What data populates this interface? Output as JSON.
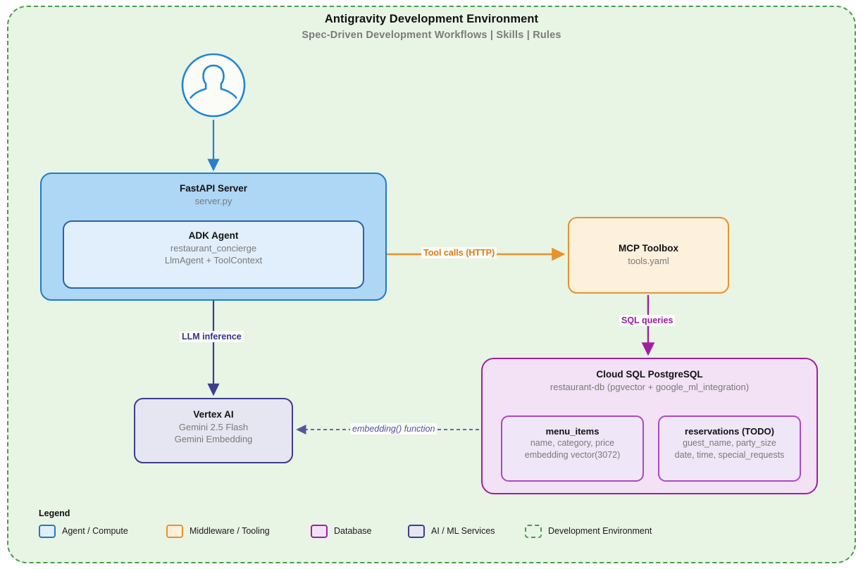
{
  "header": {
    "title": "Antigravity Development Environment",
    "subtitle": "Spec-Driven Development Workflows  |  Skills  |  Rules"
  },
  "nodes": {
    "user": {
      "icon": "user-avatar-icon"
    },
    "fastapi": {
      "title": "FastAPI Server",
      "subtitle": "server.py"
    },
    "adk_agent": {
      "title": "ADK Agent",
      "line1": "restaurant_concierge",
      "line2": "LlmAgent + ToolContext"
    },
    "mcp_toolbox": {
      "title": "MCP Toolbox",
      "subtitle": "tools.yaml"
    },
    "cloud_sql": {
      "title": "Cloud SQL PostgreSQL",
      "subtitle": "restaurant-db (pgvector + google_ml_integration)",
      "tables": [
        {
          "name": "menu_items",
          "line1": "name, category, price",
          "line2": "embedding vector(3072)"
        },
        {
          "name": "reservations (TODO)",
          "line1": "guest_name, party_size",
          "line2": "date, time, special_requests"
        }
      ]
    },
    "vertex_ai": {
      "title": "Vertex AI",
      "line1": "Gemini 2.5 Flash",
      "line2": "Gemini Embedding"
    }
  },
  "edges": {
    "tool_calls": "Tool calls (HTTP)",
    "sql_queries": "SQL queries",
    "llm_inference": "LLM inference",
    "embedding": "embedding() function"
  },
  "legend": {
    "title": "Legend",
    "items": [
      {
        "label": "Agent / Compute",
        "color": "#1f7cc4"
      },
      {
        "label": "Middleware / Tooling",
        "color": "#e8922a"
      },
      {
        "label": "Database",
        "color": "#a020a0"
      },
      {
        "label": "AI / ML Services",
        "color": "#3d3d8f"
      },
      {
        "label": "Development Environment",
        "color": "#4a9c4a"
      }
    ]
  },
  "colors": {
    "env_border": "#4a9c4a",
    "env_fill": "#e8f4e4",
    "agent_blue": "#1f7cc4",
    "tooling_orange": "#e8922a",
    "database_purple": "#a020a0",
    "aiml_indigo": "#3d3d8f"
  }
}
